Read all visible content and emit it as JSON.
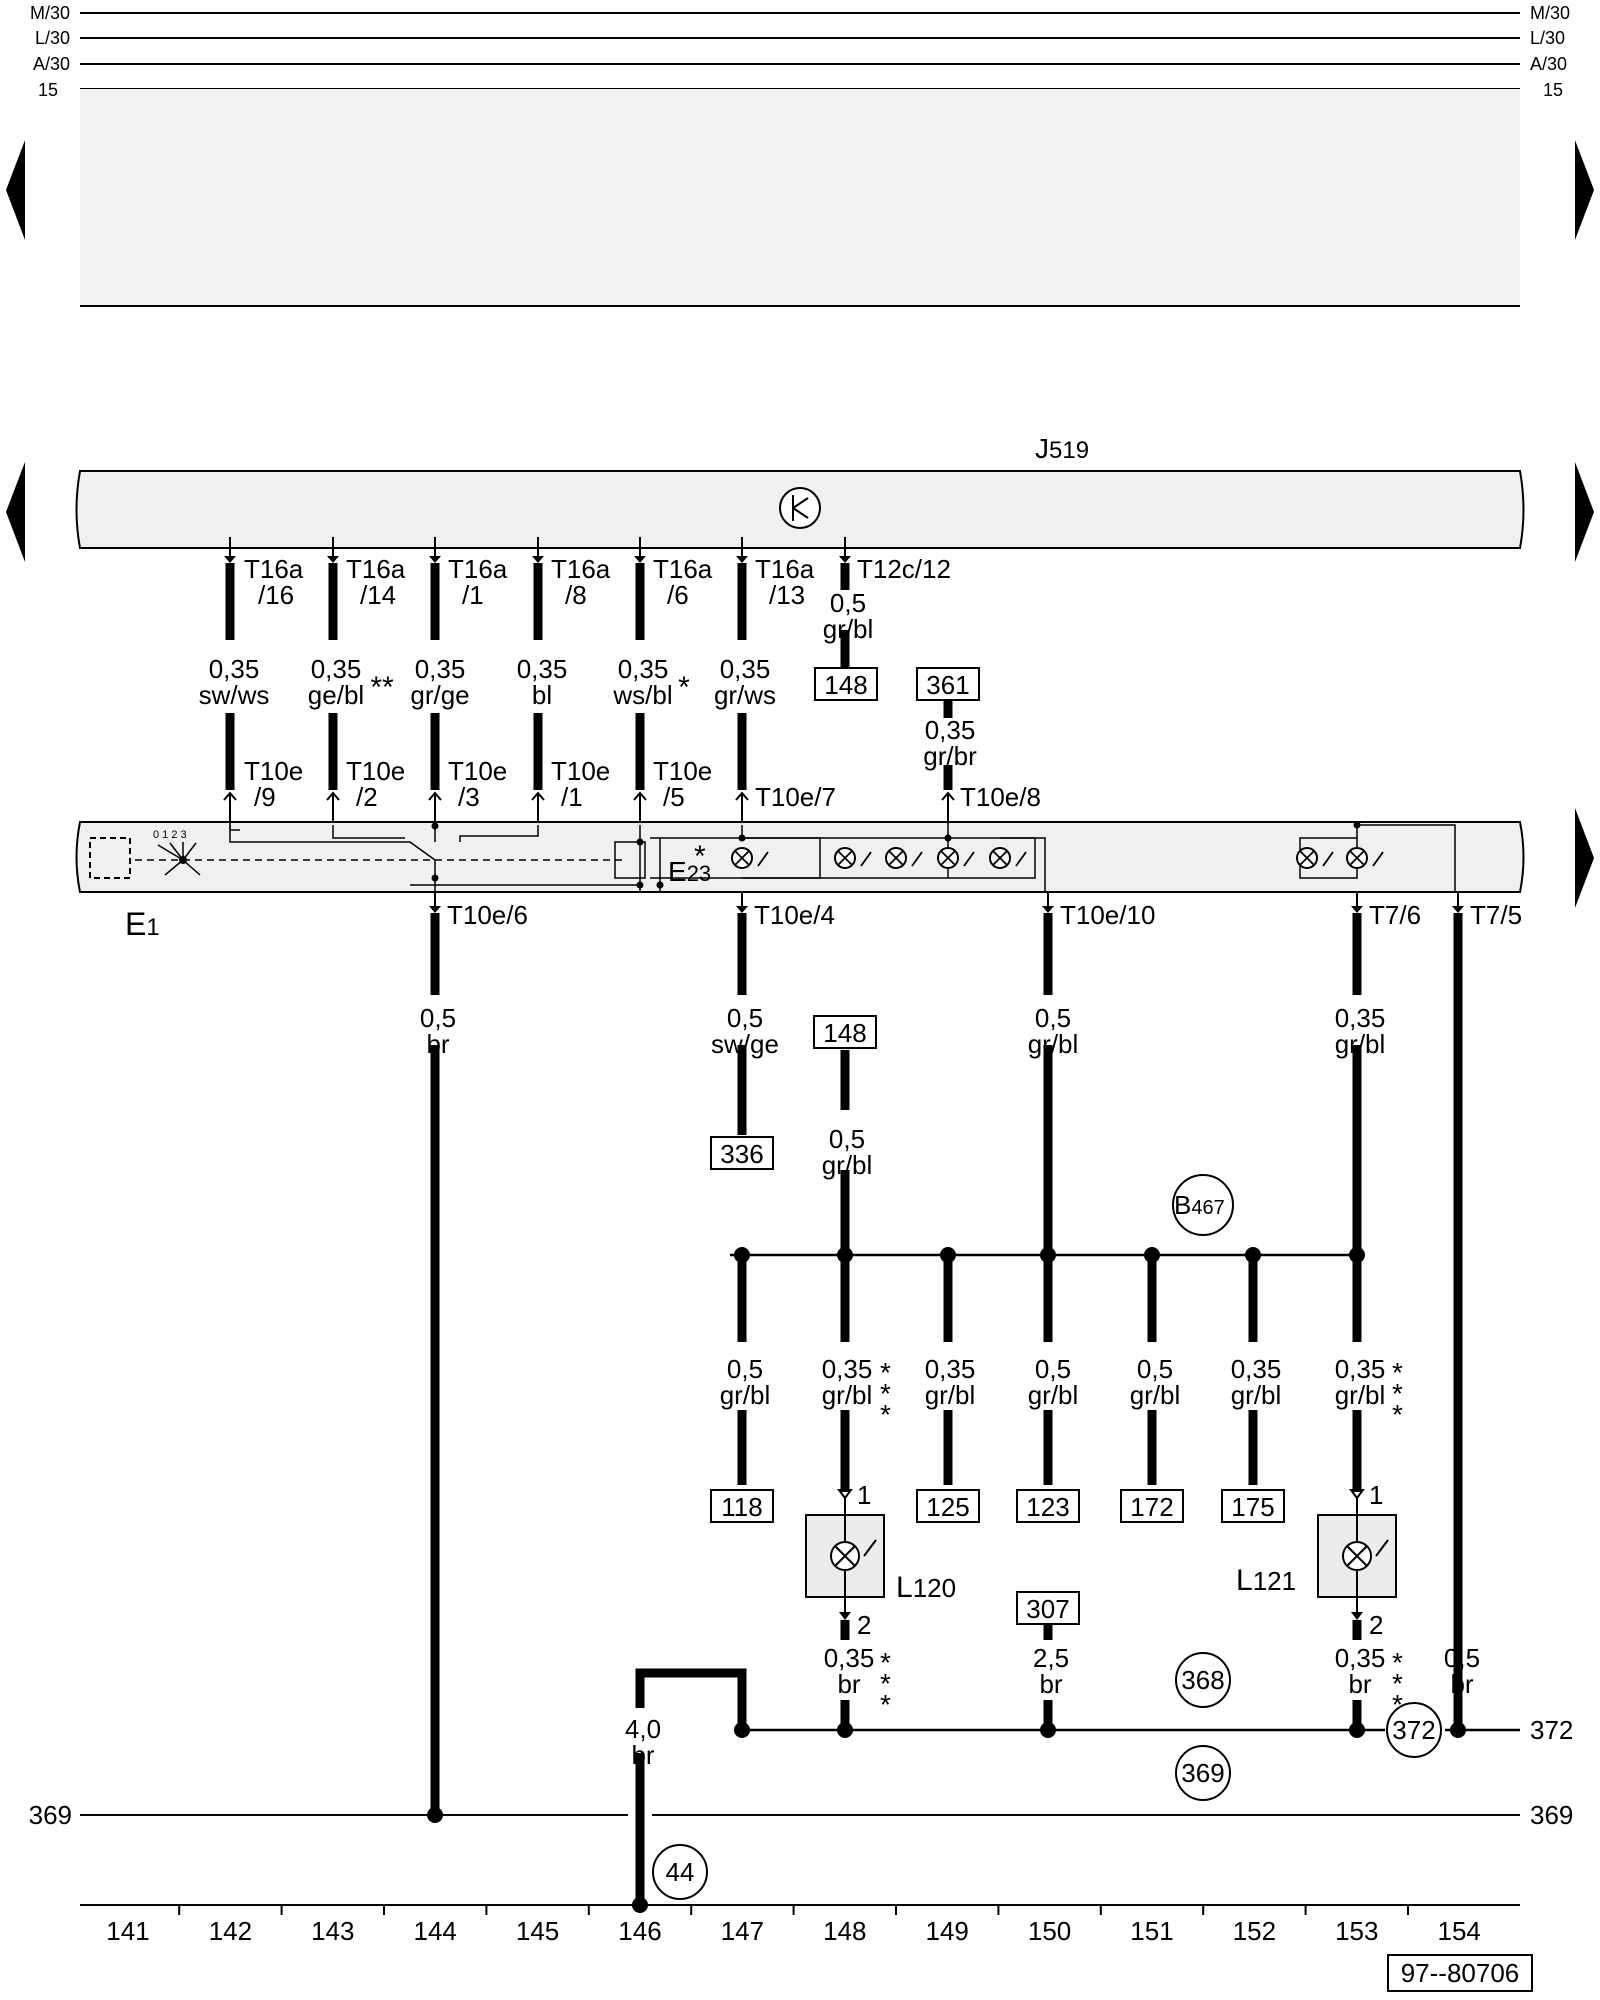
{
  "rails": {
    "left": [
      "M/30",
      "L/30",
      "A/30",
      "15"
    ],
    "right": [
      "M/30",
      "L/30",
      "A/30",
      "15"
    ]
  },
  "components": {
    "j519": "J",
    "j519_sub": "519",
    "e1": "E",
    "e1_sub": "1",
    "e23": "E",
    "e23_sub": "23",
    "e23_star": "*",
    "l120": "L",
    "l120_sub": "120",
    "l121": "L",
    "l121_sub": "121",
    "b467": "B",
    "b467_sub": "467",
    "switch_scale": "0 1 2 3"
  },
  "upper_pins": [
    {
      "l1": "T16a",
      "l2": "/16"
    },
    {
      "l1": "T16a",
      "l2": "/14"
    },
    {
      "l1": "T16a",
      "l2": "/1"
    },
    {
      "l1": "T16a",
      "l2": "/8"
    },
    {
      "l1": "T16a",
      "l2": "/6"
    },
    {
      "l1": "T16a",
      "l2": "/13"
    }
  ],
  "t12c": "T12c/12",
  "t12c_wire": {
    "size": "0,5",
    "color": "gr/bl"
  },
  "upper_wires": [
    {
      "size": "0,35",
      "color": "sw/ws",
      "mark": ""
    },
    {
      "size": "0,35",
      "color": "ge/bl",
      "mark": "**"
    },
    {
      "size": "0,35",
      "color": "gr/ge",
      "mark": ""
    },
    {
      "size": "0,35",
      "color": "bl",
      "mark": ""
    },
    {
      "size": "0,35",
      "color": "ws/bl",
      "mark": "*"
    },
    {
      "size": "0,35",
      "color": "gr/ws",
      "mark": ""
    }
  ],
  "lower_pins": [
    {
      "l1": "T10e",
      "l2": "/9"
    },
    {
      "l1": "T10e",
      "l2": "/2"
    },
    {
      "l1": "T10e",
      "l2": "/3"
    },
    {
      "l1": "T10e",
      "l2": "/1"
    },
    {
      "l1": "T10e",
      "l2": "/5"
    }
  ],
  "t10e7": "T10e/7",
  "t10e8": "T10e/8",
  "wire_361": {
    "size": "0,35",
    "color": "gr/br"
  },
  "bottom_pins": {
    "p144": "T10e/6",
    "p148": "T10e/4",
    "p150": "T10e/10",
    "p153": "T7/6",
    "p154": "T7/5"
  },
  "mid_wires": {
    "w144": {
      "size": "0,5",
      "color": "br"
    },
    "w148": {
      "size": "0,5",
      "color": "sw/ge"
    },
    "w148b": {
      "size": "0,5",
      "color": "gr/bl"
    },
    "w150": {
      "size": "0,5",
      "color": "gr/bl"
    },
    "w153": {
      "size": "0,35",
      "color": "gr/bl"
    }
  },
  "branch_wires": [
    {
      "size": "0,5",
      "color": "gr/bl",
      "mark": ""
    },
    {
      "size": "0,35",
      "color": "gr/bl",
      "mark": "*\n*\n*"
    },
    {
      "size": "0,35",
      "color": "gr/bl",
      "mark": ""
    },
    {
      "size": "0,5",
      "color": "gr/bl",
      "mark": ""
    },
    {
      "size": "0,5",
      "color": "gr/bl",
      "mark": ""
    },
    {
      "size": "0,35",
      "color": "gr/bl",
      "mark": ""
    },
    {
      "size": "0,35",
      "color": "gr/bl",
      "mark": "*\n*\n*"
    }
  ],
  "refs": {
    "r148a": "148",
    "r361": "361",
    "r336": "336",
    "r148b": "148",
    "r118": "118",
    "r125": "125",
    "r123": "123",
    "r172": "172",
    "r175": "175",
    "r307": "307"
  },
  "pin_numbers": {
    "l120_top": "1",
    "l120_bot": "2",
    "l121_top": "1",
    "l121_bot": "2"
  },
  "ground_wires": {
    "w149": {
      "size": "0,35",
      "color": "br"
    },
    "w150": {
      "size": "2,5",
      "color": "br"
    },
    "w153": {
      "size": "0,35",
      "color": "br"
    },
    "w154": {
      "size": "0,5",
      "color": "br"
    },
    "w146": {
      "size": "4,0",
      "color": "br"
    }
  },
  "ground_points": {
    "g368": "368",
    "g369": "369",
    "g372": "372",
    "g44": "44"
  },
  "edge_labels": {
    "line372": "372",
    "line369_left": "369",
    "line369_right": "369"
  },
  "track_numbers": [
    "141",
    "142",
    "143",
    "144",
    "145",
    "146",
    "147",
    "148",
    "149",
    "150",
    "151",
    "152",
    "153",
    "154"
  ],
  "drawing_id": "97--80706"
}
